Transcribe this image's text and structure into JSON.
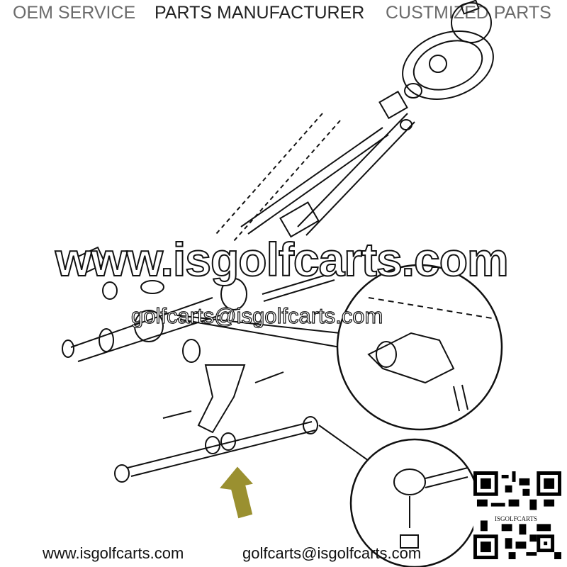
{
  "header": {
    "left": "OEM SERVICE",
    "center": "PARTS MANUFACTURER",
    "right": "CUSTMIZED PARTS"
  },
  "watermark": {
    "website": "www.isgolfcarts.com",
    "email": "golfcarts@isgolfcarts.com"
  },
  "footer": {
    "website": "www.isgolfcarts.com",
    "email": "golfcarts@isgolfcarts.com"
  },
  "qr": {
    "label": "ISGOLFCARTS"
  },
  "colors": {
    "arrow": "#9a9030",
    "line": "#111111",
    "header_grey": "#6b6b6b"
  }
}
